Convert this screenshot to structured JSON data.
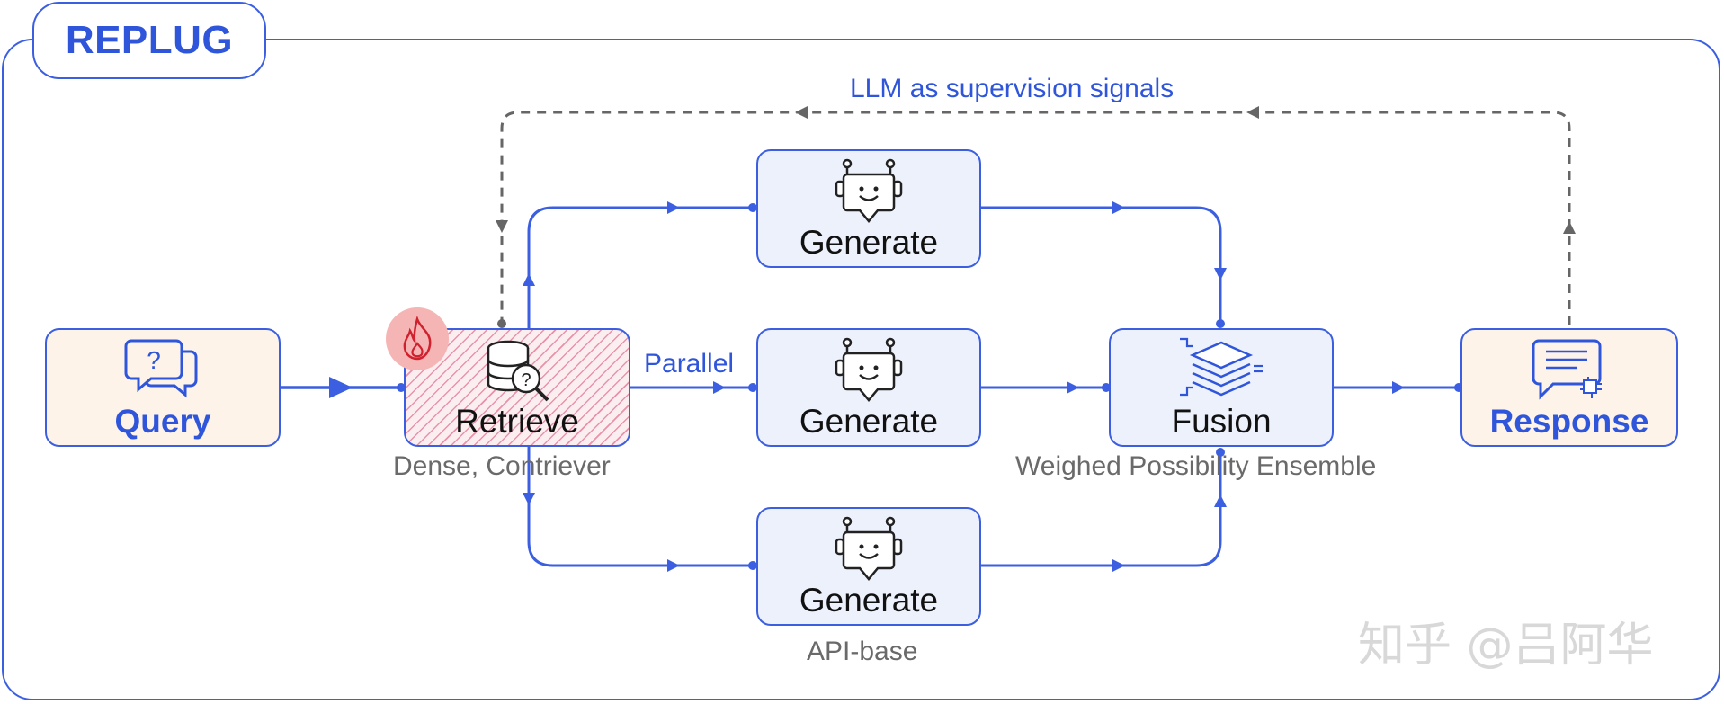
{
  "title": "REPLUG",
  "nodes": {
    "query": "Query",
    "retrieve": "Retrieve",
    "generate_top": "Generate",
    "generate_mid": "Generate",
    "generate_bottom": "Generate",
    "fusion": "Fusion",
    "response": "Response"
  },
  "captions": {
    "retrieve": "Dense, Contriever",
    "fusion": "Weighed Possibility Ensemble",
    "generate_bottom": "API-base",
    "parallel": "Parallel",
    "feedback": "LLM as supervision signals"
  },
  "watermark": "知乎 @吕阿华",
  "icons": {
    "query": "question-chat-icon",
    "retrieve": "database-search-icon",
    "trainable": "flame-icon",
    "generate": "robot-icon",
    "fusion": "layers-icon",
    "response": "message-circuit-icon"
  },
  "colors": {
    "accent": "#3b5fe0",
    "peach_fill": "#fdf3e9",
    "blue_fill": "#edf1fb",
    "feedback_line": "#666666",
    "flame_badge": "#f5b5b5"
  }
}
